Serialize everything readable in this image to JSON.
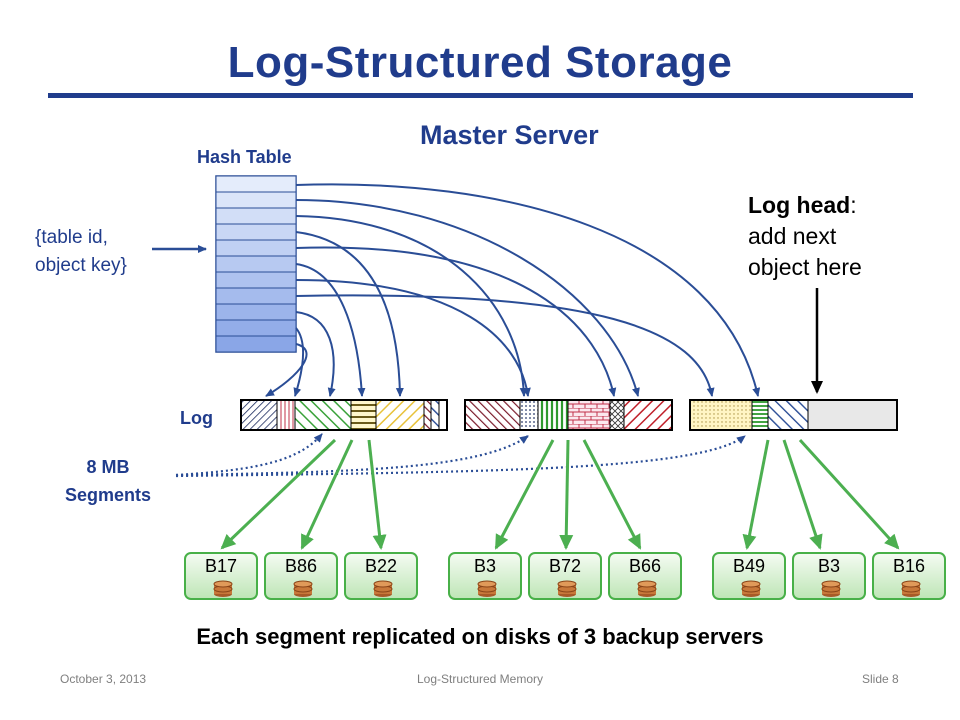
{
  "slide": {
    "title": "Log-Structured Storage",
    "server_label": "Master Server",
    "hash_table_label": "Hash Table",
    "key_label_line1": "{table id,",
    "key_label_line2": "object key}",
    "log_head_bold": "Log head",
    "log_head_colon": ":",
    "log_head_line2": "add next",
    "log_head_line3": "object here",
    "log_label": "Log",
    "segments_line1": "8 MB",
    "segments_line2": "Segments",
    "caption": "Each segment replicated on disks of 3 backup servers",
    "footer_date": "October 3, 2013",
    "footer_title": "Log-Structured Memory",
    "footer_slide": "Slide 8"
  },
  "backups": [
    {
      "label": "B17"
    },
    {
      "label": "B86"
    },
    {
      "label": "B22"
    },
    {
      "label": "B3"
    },
    {
      "label": "B72"
    },
    {
      "label": "B66"
    },
    {
      "label": "B49"
    },
    {
      "label": "B3"
    },
    {
      "label": "B16"
    }
  ],
  "colors": {
    "title_blue": "#203c8c",
    "arrow_blue": "#2a4d96",
    "replica_green": "#4caf50",
    "hash_light": "#e3ebfa",
    "hash_dark": "#8eabe6",
    "disk_fill": "#c8783a"
  }
}
